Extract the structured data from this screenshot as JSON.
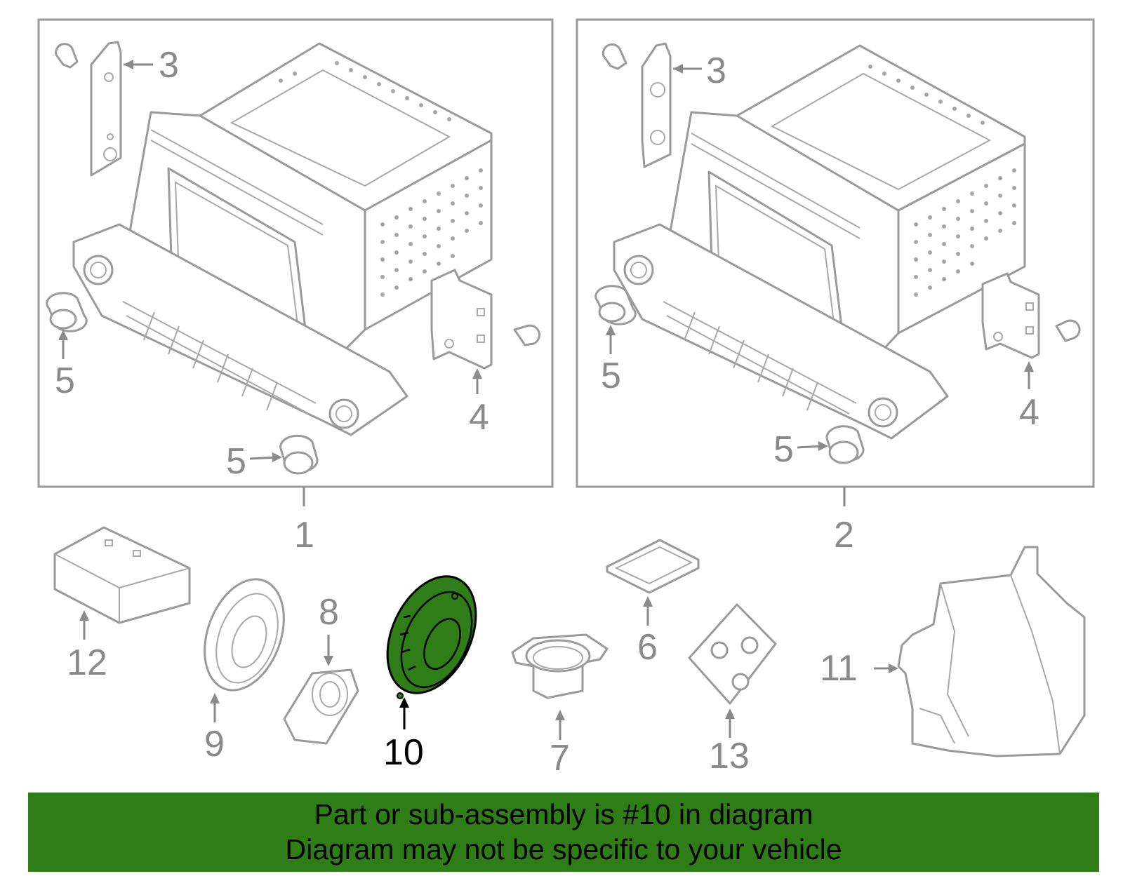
{
  "labels": {
    "c1": "1",
    "c2": "2",
    "l3": "3",
    "l4": "4",
    "l5": "5",
    "r3": "3",
    "r4": "4",
    "r5": "5",
    "p6": "6",
    "p7": "7",
    "p8": "8",
    "p9": "9",
    "p10": "10",
    "p11": "11",
    "p12": "12",
    "p13": "13"
  },
  "highlight_part": "10",
  "footer": {
    "line1": "Part or sub-assembly is #10 in diagram",
    "line2": "Diagram may not be specific to your vehicle"
  },
  "colors": {
    "highlight": "#2e7d16",
    "banner": "#2e7d16",
    "callout": "#8a8a8a"
  }
}
